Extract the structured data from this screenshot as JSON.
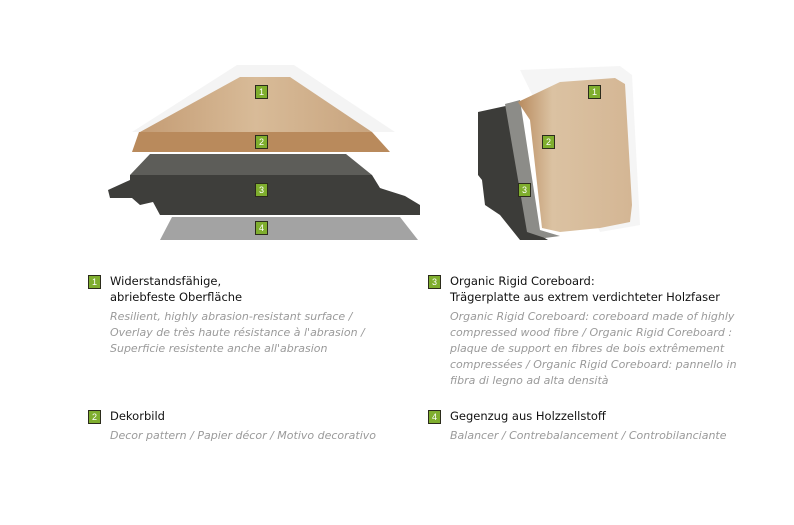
{
  "badges": {
    "1": "1",
    "2": "2",
    "3": "3",
    "4": "4"
  },
  "items": [
    {
      "number": "1",
      "title_lines": [
        "Widerstandsfähige,",
        "abriebfeste Oberfläche"
      ],
      "desc_lines": [
        "Resilient, highly abrasion-resistant surface /",
        "Overlay de très haute résistance à l'abrasion /",
        "Superficie resistente anche all'abrasion"
      ]
    },
    {
      "number": "2",
      "title_lines": [
        "Dekorbild"
      ],
      "desc_lines": [
        "Decor pattern / Papier décor / Motivo decorativo"
      ]
    },
    {
      "number": "3",
      "title_lines": [
        "Organic Rigid Coreboard:",
        "Trägerplatte aus extrem verdichteter Holzfaser"
      ],
      "desc_lines": [
        "Organic Rigid Coreboard: coreboard made of highly",
        "compressed wood fibre / Organic Rigid Coreboard :",
        "plaque de support en fibres de bois extrêmement",
        "compressées / Organic Rigid Coreboard: pannello in",
        "fibra di legno ad alta densità"
      ]
    },
    {
      "number": "4",
      "title_lines": [
        "Gegenzug aus Holzzellstoff"
      ],
      "desc_lines": [
        "Balancer / Contrebalancement / Controbilanciante"
      ]
    }
  ],
  "colors": {
    "badge": "#7fae2e",
    "wood": "#c9a47e",
    "core": "#3d3d3a",
    "balancer": "#9c9c9c"
  }
}
